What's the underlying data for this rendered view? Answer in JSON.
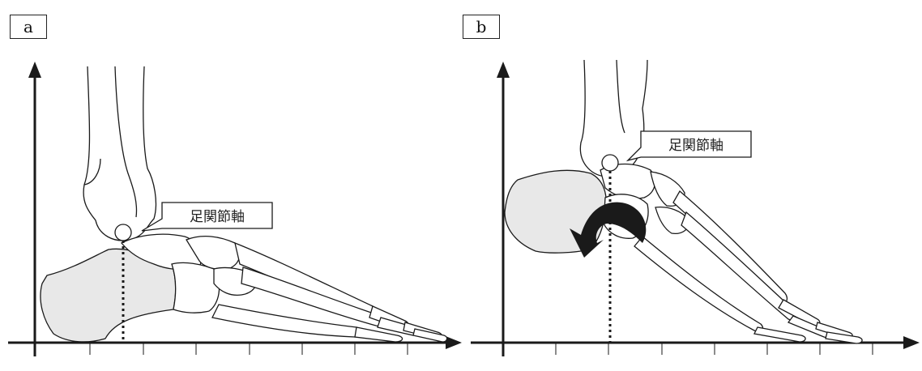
{
  "panels": [
    {
      "tag": "a",
      "callout": "足関節軸"
    },
    {
      "tag": "b",
      "callout": "足関節軸"
    }
  ],
  "colors": {
    "line": "#1a1a1a",
    "calcaneus_fill": "#e8e8e8",
    "bone_fill": "#ffffff",
    "arrow": "#1a1a1a"
  },
  "icons": [
    "axis-arrow",
    "rotation-arrow-icon"
  ]
}
